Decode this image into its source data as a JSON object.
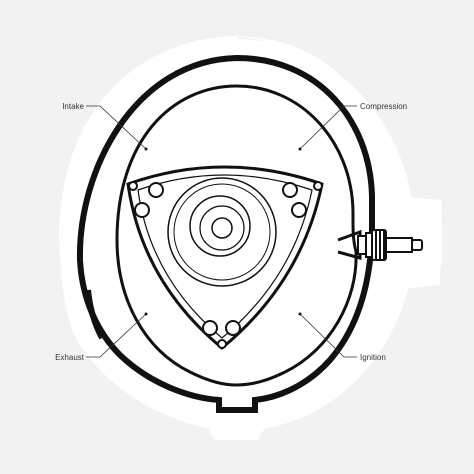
{
  "labels": {
    "intake": "Intake",
    "compression": "Compression",
    "exhaust": "Exhaust",
    "ignition": "Ignition"
  },
  "colors": {
    "background": "#f2f2f2",
    "sticker": "#ffffff",
    "line": "#111111",
    "label_text": "#333333"
  }
}
